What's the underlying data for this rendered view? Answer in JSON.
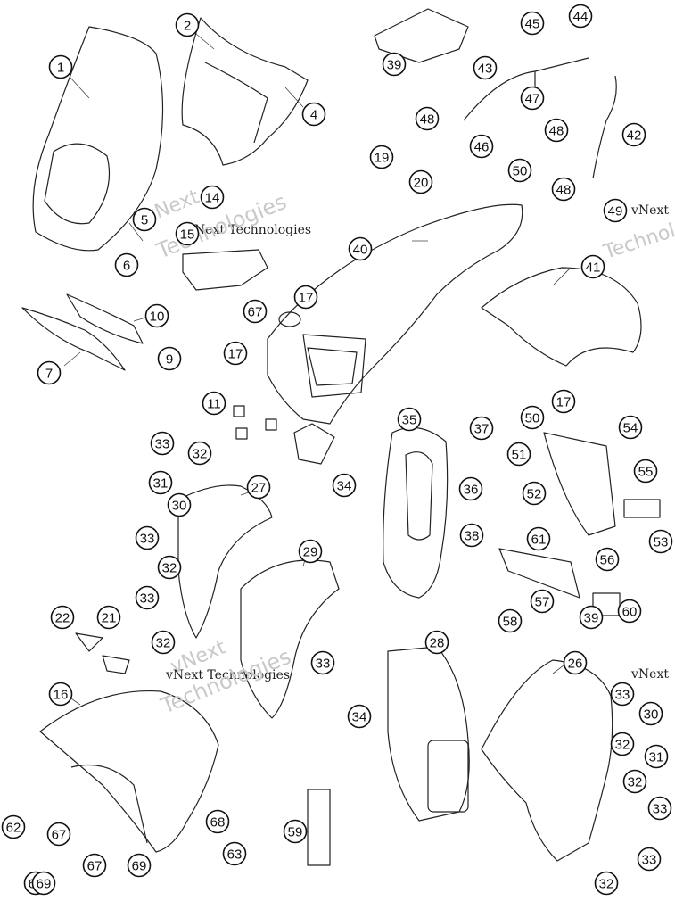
{
  "watermarks": [
    {
      "text": "vNext Technologies"
    },
    {
      "text": "vNext Technologies"
    },
    {
      "text": "vNext"
    },
    {
      "text": "vNext"
    },
    {
      "text": "Technologies"
    },
    {
      "text": "vNext"
    },
    {
      "text": "Technologies"
    },
    {
      "text": "vNext"
    },
    {
      "text": "Technologies"
    }
  ],
  "callouts": [
    "1",
    "2",
    "4",
    "5",
    "6",
    "7",
    "9",
    "10",
    "11",
    "14",
    "15",
    "16",
    "17",
    "17",
    "17",
    "19",
    "20",
    "21",
    "22",
    "26",
    "27",
    "28",
    "29",
    "30",
    "30",
    "31",
    "31",
    "32",
    "32",
    "32",
    "32",
    "32",
    "32",
    "33",
    "33",
    "33",
    "33",
    "33",
    "33",
    "33",
    "34",
    "34",
    "35",
    "36",
    "37",
    "38",
    "39",
    "39",
    "40",
    "41",
    "42",
    "43",
    "44",
    "45",
    "46",
    "47",
    "48",
    "48",
    "48",
    "49",
    "50",
    "50",
    "51",
    "52",
    "53",
    "54",
    "55",
    "56",
    "57",
    "58",
    "59",
    "60",
    "61",
    "62",
    "63",
    "67",
    "67",
    "67",
    "68",
    "69",
    "69",
    "69"
  ]
}
